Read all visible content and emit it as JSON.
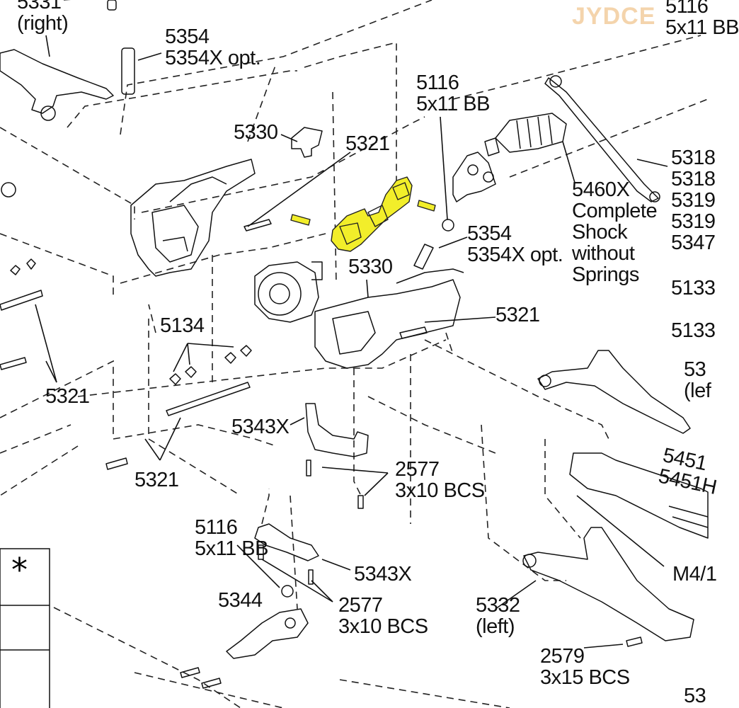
{
  "watermark": "JYDCE",
  "legend_symbol": "*",
  "highlight_color": "#f2ee2a",
  "labels": {
    "l5331": "5331\n(right)",
    "l5116_top": "5116\n5x11 BB",
    "l5354_top": "5354\n5354X opt.",
    "l5330_top": "5330",
    "l5321_top": "5321",
    "l5116_mid": "5116\n5x11 BB",
    "l5354_mid": "5354\n5354X opt.",
    "l5460x": "5460X\nComplete\nShock\nwithout\nSprings",
    "l5318": "5318\n5318\n5319\n5319\n5347",
    "l5133": "5133\n\n5133",
    "l5330_mid": "5330",
    "l5321_mid": "5321",
    "l5134": "5134",
    "l5321_left": "5321",
    "l5321_bottom": "5321",
    "l5343x_top": "5343X",
    "l2577_top": "2577\n3x10 BCS",
    "l53_left": "53\n(lef",
    "l5451": "5451\n5451H",
    "l5116_bot": "5116\n5x11 BB",
    "l5343x_bot": "5343X",
    "l5344": "5344",
    "l2577_bot": "2577\n3x10 BCS",
    "l5332": "5332\n(left)",
    "lm4": "M4/1",
    "l2579": "2579\n3x15 BCS",
    "l53_bot": "53"
  }
}
